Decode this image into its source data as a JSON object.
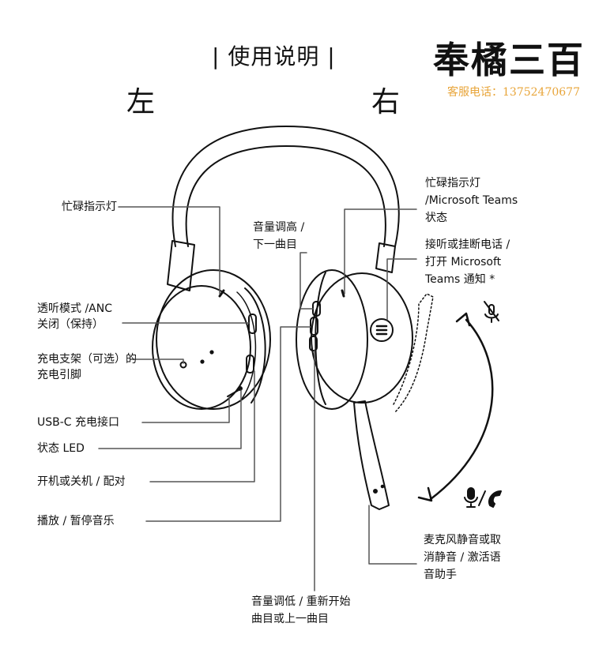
{
  "header": {
    "title": "| 使用说明 |",
    "left_label": "左",
    "right_label": "右",
    "brand": "奉橘三百",
    "service_phone": "客服电话：13752470677"
  },
  "labels": {
    "busy_light_left": "忙碌指示灯",
    "busy_light_right_1": "忙碌指示灯",
    "busy_light_right_2": "/Microsoft Teams",
    "busy_light_right_3": "状态",
    "answer_1": "接听或挂断电话 /",
    "answer_2": "打开 Microsoft",
    "answer_3": "Teams 通知 *",
    "vol_up_1": "音量调高 /",
    "vol_up_2": "下一曲目",
    "hearthrough_1": "透听模式 /ANC",
    "hearthrough_2": "关闭（保持）",
    "charging_pins_1": "充电支架（可选）的",
    "charging_pins_2": "充电引脚",
    "usb_port": "USB-C 充电接口",
    "status_led": "状态 LED",
    "power_pair": "开机或关机 / 配对",
    "play_pause": "播放 / 暂停音乐",
    "vol_down_1": "音量调低 / 重新开始",
    "vol_down_2": "曲目或上一曲目",
    "mic_1": "麦克风静音或取",
    "mic_2": "消静音 / 激活语",
    "mic_3": "音助手"
  }
}
